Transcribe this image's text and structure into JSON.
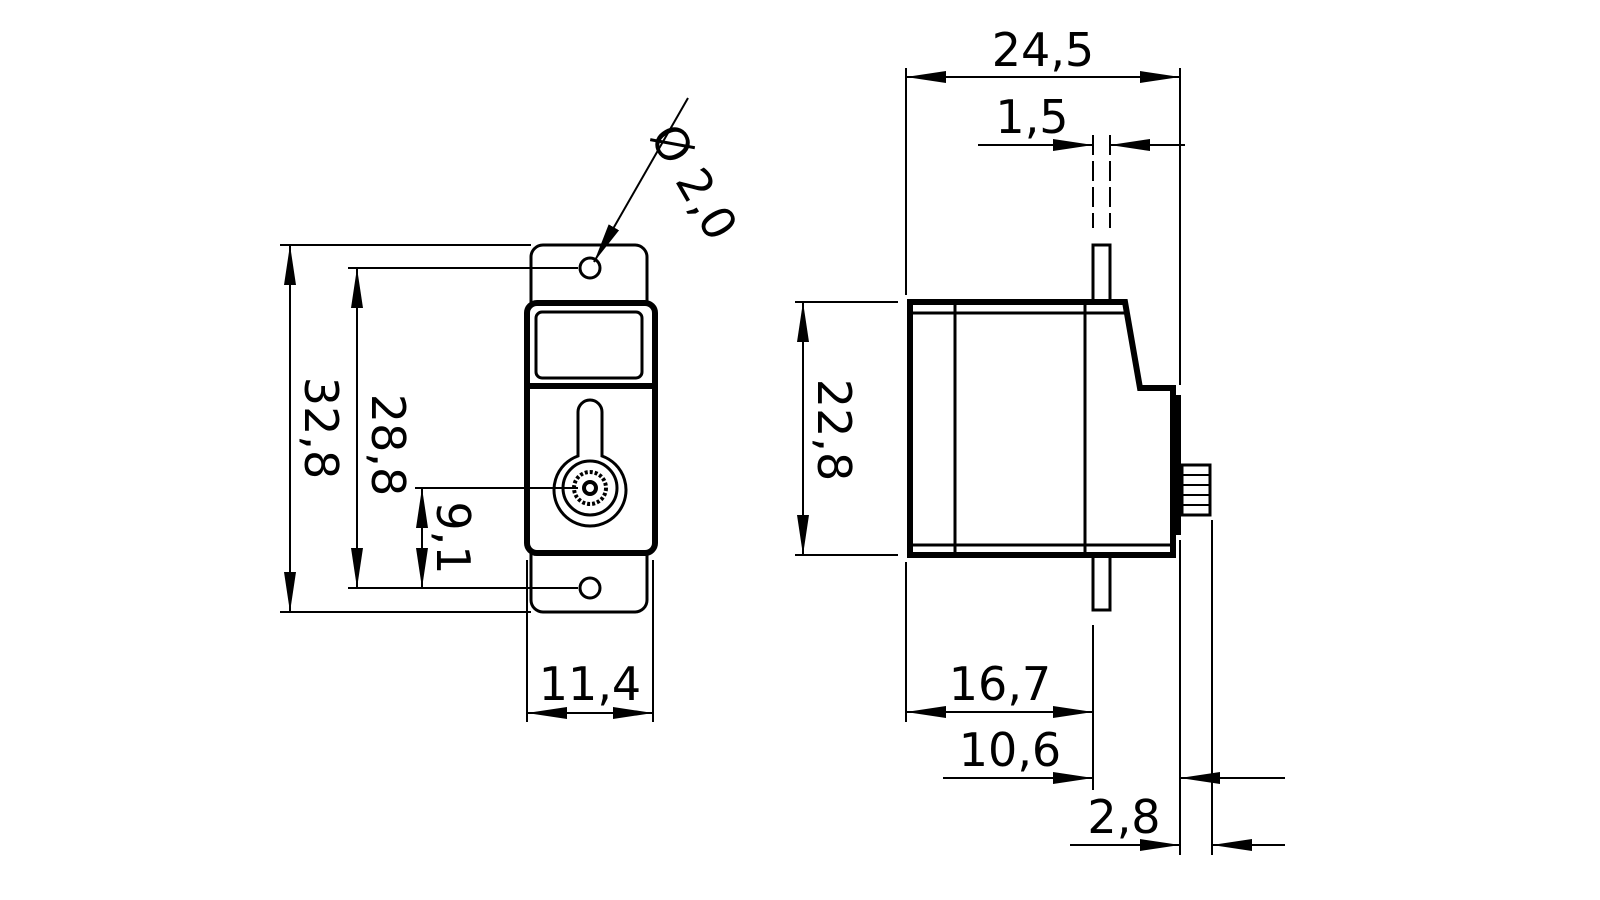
{
  "front_view": {
    "height_overall": "32,8",
    "hole_spacing": "28,8",
    "shaft_to_hole": "9,1",
    "width": "11,4",
    "hole_diameter": "Ø 2,0"
  },
  "side_view": {
    "depth_overall": "24,5",
    "tab_thickness": "1,5",
    "body_height": "22,8",
    "body_to_tab": "16,7",
    "tab_to_top": "10,6",
    "spline_height": "2,8"
  }
}
